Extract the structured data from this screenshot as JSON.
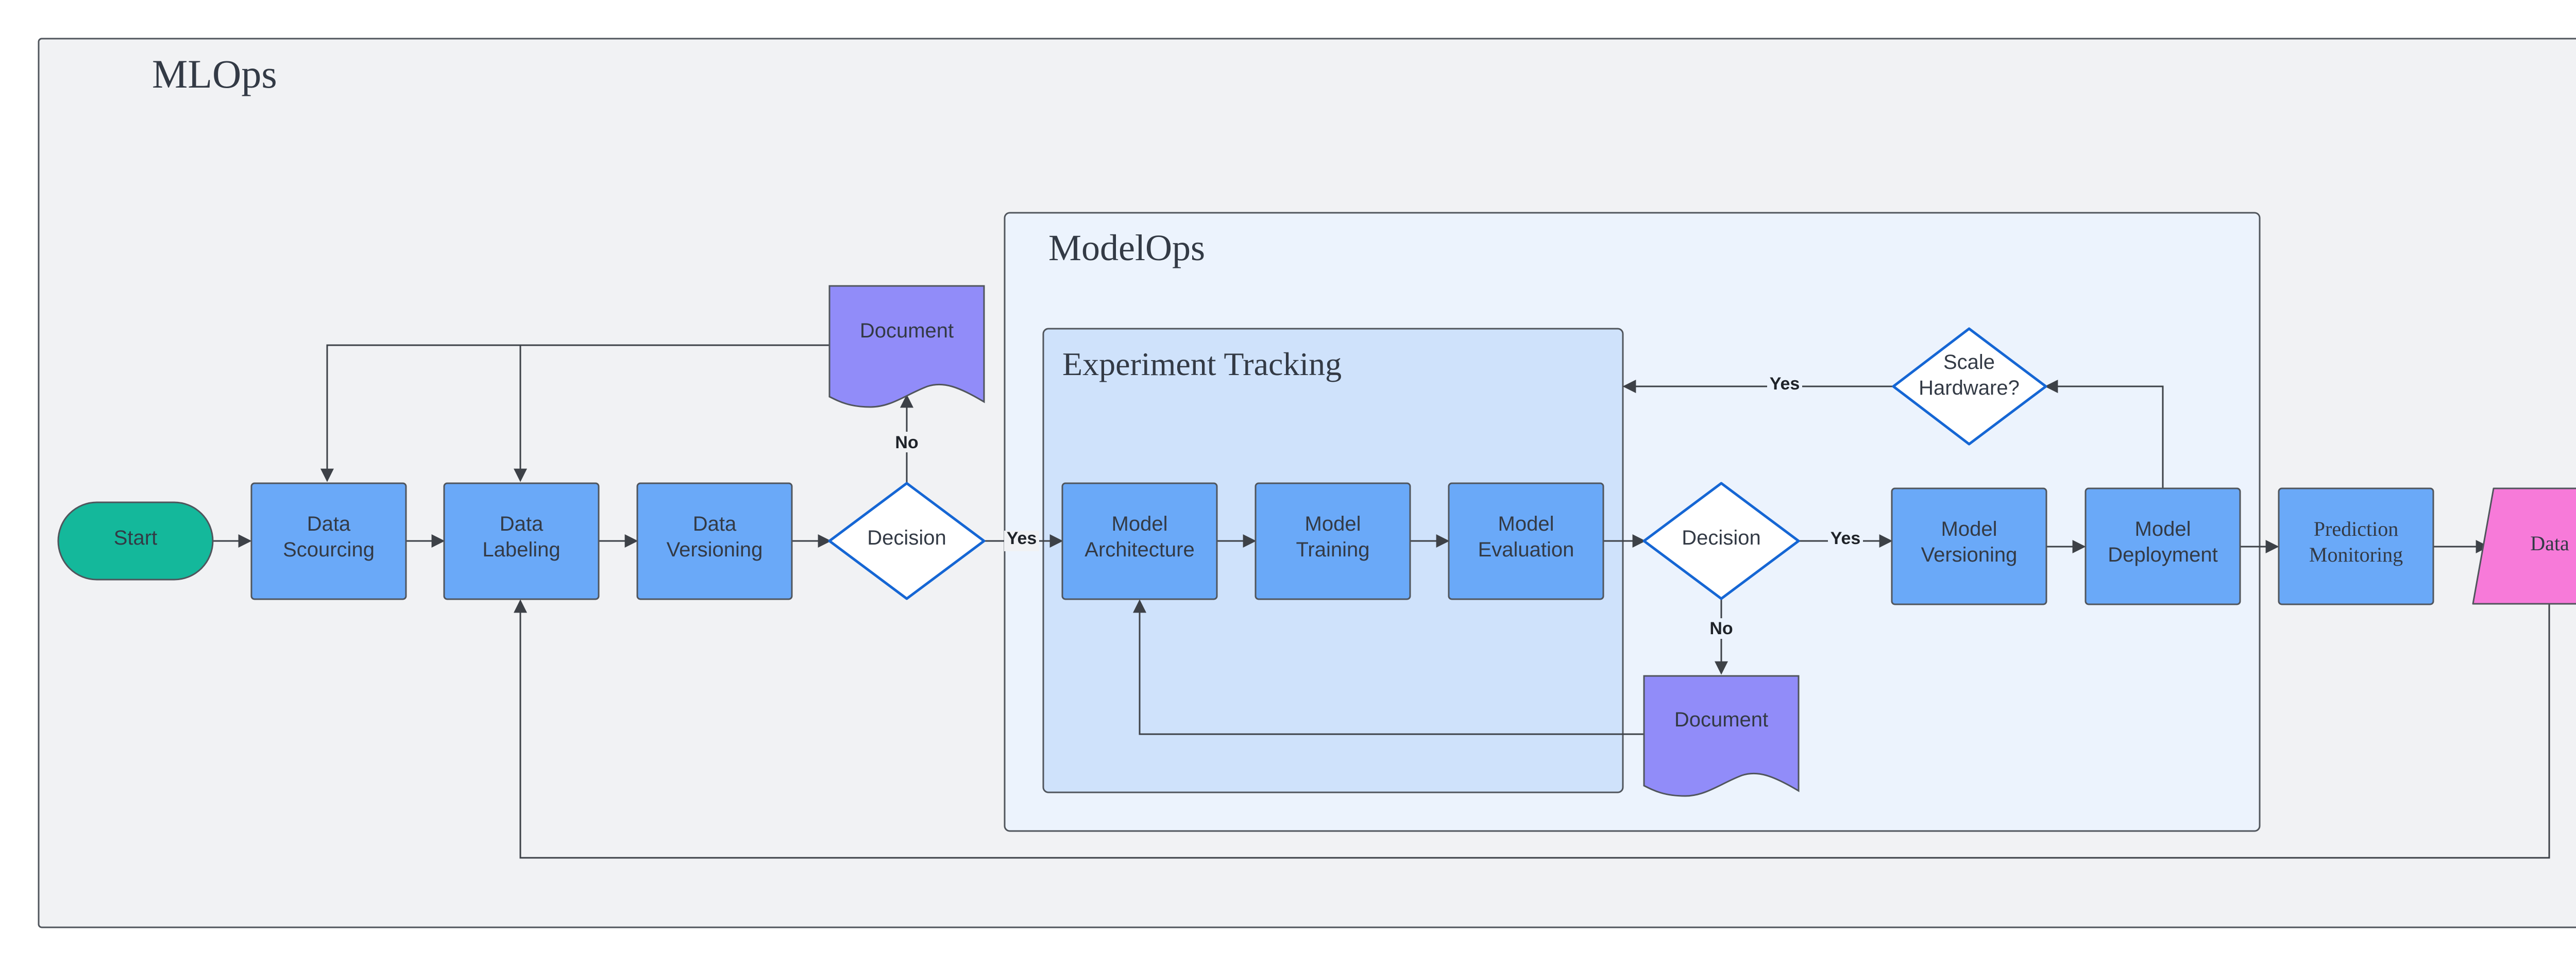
{
  "containers": {
    "mlops": {
      "title": "MLOps"
    },
    "modelops": {
      "title": "ModelOps"
    },
    "experiment_tracking": {
      "title": "Experiment Tracking"
    }
  },
  "nodes": {
    "start": "Start",
    "data_scourcing": [
      "Data",
      "Scourcing"
    ],
    "data_labeling": [
      "Data",
      "Labeling"
    ],
    "data_versioning": [
      "Data",
      "Versioning"
    ],
    "decision_1": "Decision",
    "document_1": "Document",
    "model_architecture": [
      "Model",
      "Architecture"
    ],
    "model_training": [
      "Model",
      "Training"
    ],
    "model_evaluation": [
      "Model",
      "Evaluation"
    ],
    "decision_2": "Decision",
    "document_2": "Document",
    "model_versioning": [
      "Model",
      "Versioning"
    ],
    "model_deployment": [
      "Model",
      "Deployment"
    ],
    "scale_hardware": [
      "Scale",
      "Hardware?"
    ],
    "prediction_monitoring": [
      "Prediction",
      "Monitoring"
    ],
    "data": "Data"
  },
  "edge_labels": {
    "decision1_yes": "Yes",
    "decision1_no": "No",
    "decision2_yes": "Yes",
    "decision2_no": "No",
    "scale_yes": "Yes"
  },
  "colors": {
    "outer_bg": "#f1f2f4",
    "modelops_bg": "#ecf3fd",
    "tracking_bg": "#cfe2fb",
    "process": "#6aa9f8",
    "start": "#14b89b",
    "document": "#918cf9",
    "data": "#f77ad9",
    "decision_stroke": "#1566d4"
  }
}
